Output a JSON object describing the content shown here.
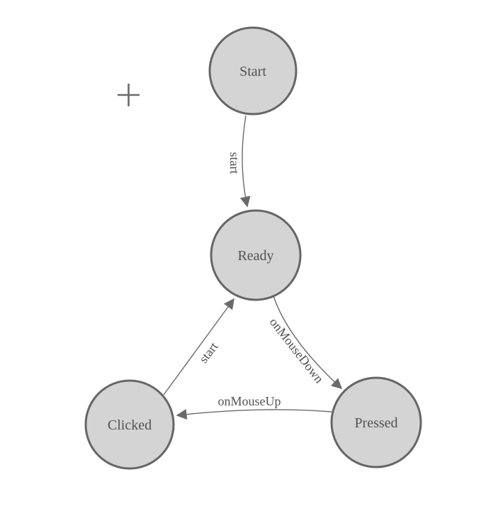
{
  "diagram": {
    "colors": {
      "bg": "#ffffff",
      "node-fill": "#d4d4d4",
      "node-stroke": "#666666",
      "edge": "#6a6a6a",
      "text": "#525252"
    },
    "nodes": [
      {
        "id": "start",
        "label": "Start"
      },
      {
        "id": "ready",
        "label": "Ready"
      },
      {
        "id": "clicked",
        "label": "Clicked"
      },
      {
        "id": "pressed",
        "label": "Pressed"
      }
    ],
    "edges": [
      {
        "from": "Start",
        "to": "Ready",
        "label": "start"
      },
      {
        "from": "Ready",
        "to": "Pressed",
        "label": "onMouseDown"
      },
      {
        "from": "Clicked",
        "to": "Ready",
        "label": "start"
      },
      {
        "from": "Pressed",
        "to": "Clicked",
        "label": "onMouseUp"
      }
    ]
  }
}
